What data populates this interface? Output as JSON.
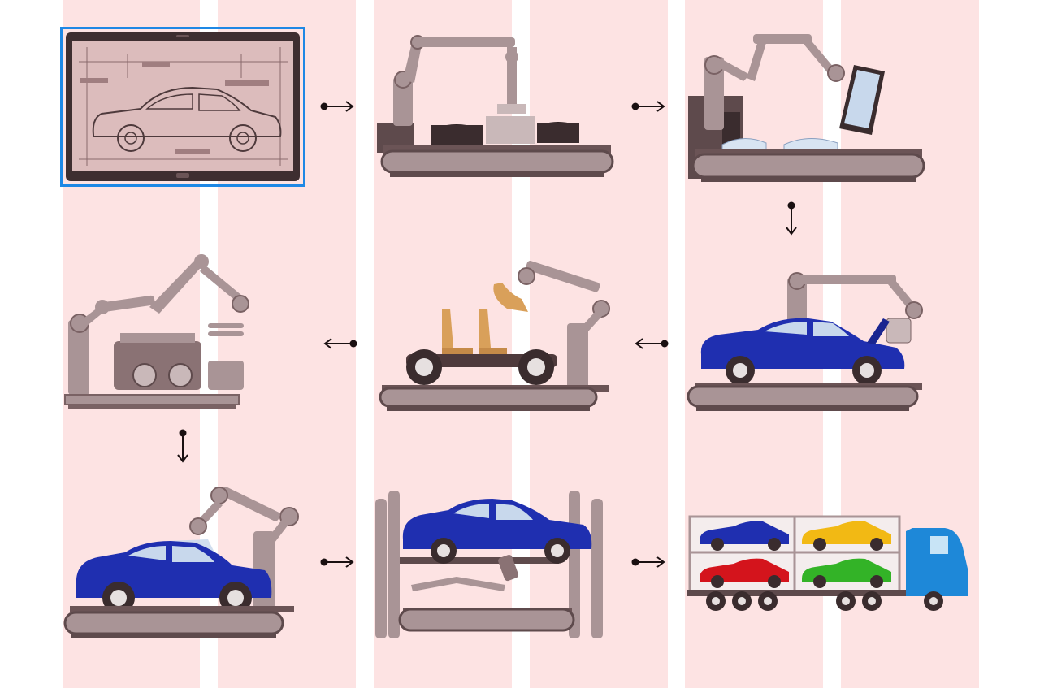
{
  "diagram": {
    "type": "car manufacturing process flow",
    "steps": [
      {
        "id": "design",
        "icon": "car-blueprint-monitor-icon"
      },
      {
        "id": "wheels",
        "icon": "robot-arm-tires-conveyor-icon"
      },
      {
        "id": "windows",
        "icon": "robot-arm-glass-conveyor-icon"
      },
      {
        "id": "body-paint",
        "icon": "blue-car-robot-hood-icon"
      },
      {
        "id": "seats",
        "icon": "chassis-seats-robot-icon"
      },
      {
        "id": "engine",
        "icon": "engine-spring-robot-icon"
      },
      {
        "id": "windshield",
        "icon": "blue-car-robot-windshield-icon"
      },
      {
        "id": "inspection",
        "icon": "car-lift-inspection-icon"
      },
      {
        "id": "delivery",
        "icon": "car-carrier-truck-icon"
      }
    ],
    "flow": [
      [
        "design",
        "wheels"
      ],
      [
        "wheels",
        "windows"
      ],
      [
        "windows",
        "body-paint"
      ],
      [
        "body-paint",
        "seats"
      ],
      [
        "seats",
        "engine"
      ],
      [
        "engine",
        "windshield"
      ],
      [
        "windshield",
        "inspection"
      ],
      [
        "inspection",
        "delivery"
      ]
    ]
  },
  "colors": {
    "band": "#fde3e3",
    "machine": "#a99496",
    "machine_dark": "#5e4a4c",
    "belt": "#6b5456",
    "car_blue": "#1f2fb0",
    "selection": "#1e88e5",
    "seat": "#d9a05a",
    "truck_blue": "#1e88d8"
  },
  "selection": {
    "step": "design"
  }
}
